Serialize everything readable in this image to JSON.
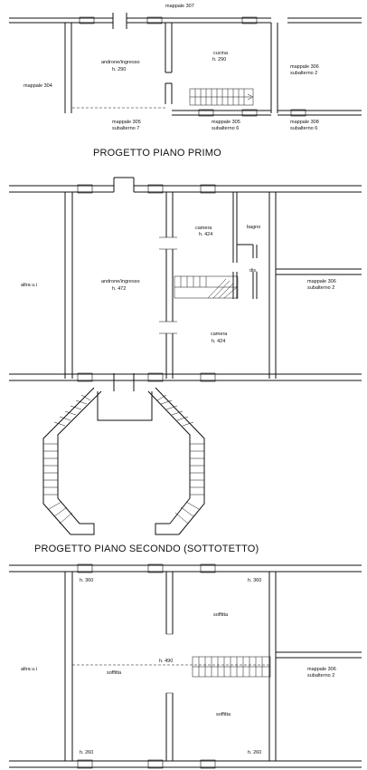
{
  "titles": {
    "floor1": "PROGETTO PIANO PRIMO",
    "floor2": "PROGETTO PIANO SECONDO (SOTTOTETTO)"
  },
  "ground": {
    "mappale_307": "mappale 307",
    "mappale_304": "mappale 304",
    "androne": "androne/ingresso",
    "androne_h": "h. 290",
    "cucina": "cucina",
    "cucina_h": "h. 290",
    "mappale_306a": "mappale 306",
    "subalterno_2": "subalterno 2",
    "mappale_305a": "mappale 305",
    "subalterno_7": "subalterno 7",
    "mappale_305b": "mappale 305",
    "subalterno_6a": "subalterno 6",
    "mappale_308": "mappale 308",
    "subalterno_6b": "subalterno 6"
  },
  "first": {
    "altra_ui": "altra u.i",
    "androne": "androne/ingresso",
    "androne_h": "h. 472",
    "camera1": "camera",
    "camera1_h": "h. 424",
    "bagno": "bagno",
    "dis": "dis.",
    "camera2": "camera",
    "camera2_h": "h. 424",
    "mappale_306": "mappale 306",
    "subalterno_2": "subalterno 2"
  },
  "second": {
    "h_tl": "h. 360",
    "h_tr": "h. 360",
    "soffitta_tr": "soffitta",
    "altra_ui": "altra u.i",
    "h_center": "h. 490",
    "soffitta_l": "soffitta",
    "mappale_306": "mappale 306",
    "subalterno_2": "subalterno 2",
    "soffitta_br": "soffitta",
    "h_bl": "h. 260",
    "h_br": "h. 260"
  }
}
